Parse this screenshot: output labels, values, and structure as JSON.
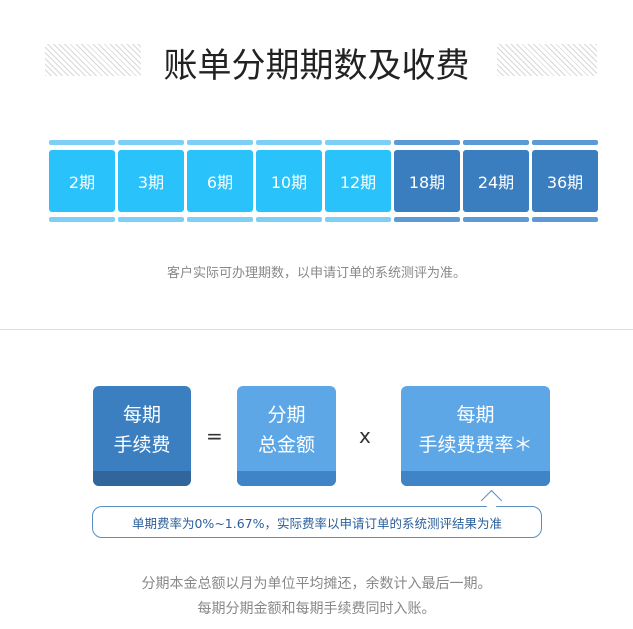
{
  "title": "账单分期期数及收费",
  "periods": [
    {
      "label": "2期",
      "tone": "light"
    },
    {
      "label": "3期",
      "tone": "light"
    },
    {
      "label": "6期",
      "tone": "light"
    },
    {
      "label": "10期",
      "tone": "light"
    },
    {
      "label": "12期",
      "tone": "light"
    },
    {
      "label": "18期",
      "tone": "dark"
    },
    {
      "label": "24期",
      "tone": "dark"
    },
    {
      "label": "36期",
      "tone": "dark"
    }
  ],
  "periods_note": "客户实际可办理期数，以申请订单的系统测评为准。",
  "formula": {
    "fee_line1": "每期",
    "fee_line2": "手续费",
    "equals": "=",
    "amount_line1": "分期",
    "amount_line2": "总金额",
    "times": "x",
    "rate_line1": "每期",
    "rate_line2": "手续费费率＊"
  },
  "rate_note": "单期费率为0%~1.67%，实际费率以申请订单的系统测评结果为准",
  "footer_line1": "分期本金总额以月为单位平均摊还，余数计入最后一期。",
  "footer_line2": "每期分期金额和每期手续费同时入账。"
}
